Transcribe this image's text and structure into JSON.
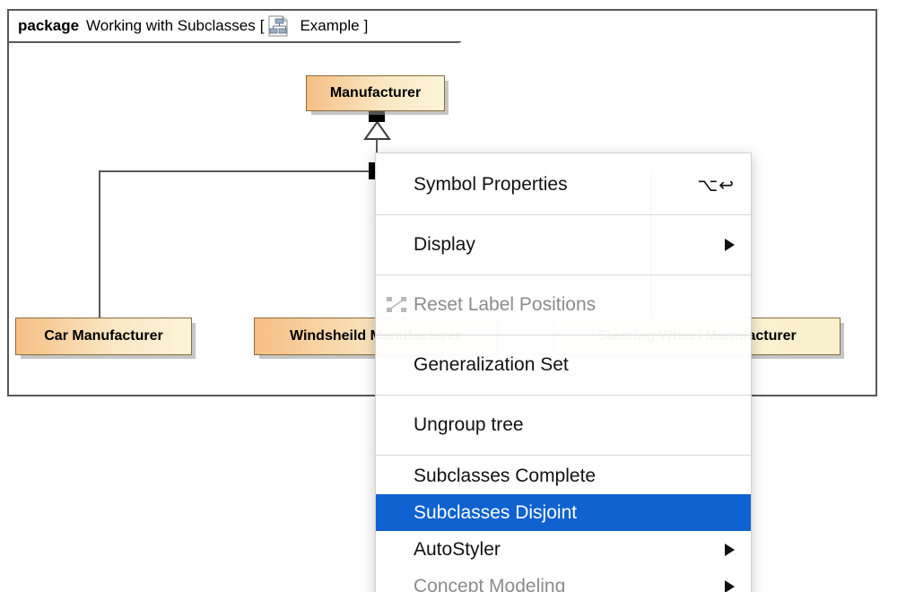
{
  "frame": {
    "keyword": "package",
    "name": "Working with Subclasses",
    "bracket_open": "[",
    "diagram_label": "Example",
    "bracket_close": "]",
    "icon": "class-diagram-icon"
  },
  "diagram": {
    "type": "uml-class-diagram",
    "superclass": {
      "name": "Manufacturer",
      "fill": "#f6bf84"
    },
    "subclasses": [
      {
        "name": "Car Manufacturer",
        "fill": "#f6bf84"
      },
      {
        "name": "Windsheild Manufacturer",
        "fill": "#f6bf84"
      },
      {
        "name": "Steering Wheel Manufacturer",
        "fill": "#fbf3d5"
      }
    ],
    "relationship": "generalization-set"
  },
  "context_menu": {
    "highlight_color": "#0f62d0",
    "items": [
      {
        "id": "symbol-properties",
        "label": "Symbol Properties",
        "shortcut": "⌥↩",
        "state": "normal",
        "submenu": false
      },
      {
        "id": "separator-1",
        "type": "separator"
      },
      {
        "id": "display",
        "label": "Display",
        "shortcut": "",
        "state": "normal",
        "submenu": true
      },
      {
        "id": "separator-2",
        "type": "separator"
      },
      {
        "id": "reset-label-positions",
        "label": "Reset Label Positions",
        "shortcut": "",
        "state": "disabled",
        "submenu": false,
        "icon": "reset-label-positions-icon"
      },
      {
        "id": "separator-3",
        "type": "separator"
      },
      {
        "id": "generalization-set",
        "label": "Generalization Set",
        "shortcut": "",
        "state": "normal",
        "submenu": false
      },
      {
        "id": "separator-4",
        "type": "separator"
      },
      {
        "id": "ungroup-tree",
        "label": "Ungroup tree",
        "shortcut": "",
        "state": "normal",
        "submenu": false
      },
      {
        "id": "separator-5",
        "type": "separator"
      },
      {
        "id": "subclasses-complete",
        "label": "Subclasses Complete",
        "shortcut": "",
        "state": "normal",
        "submenu": false
      },
      {
        "id": "subclasses-disjoint",
        "label": "Subclasses Disjoint",
        "shortcut": "",
        "state": "selected",
        "submenu": false
      },
      {
        "id": "autostyler",
        "label": "AutoStyler",
        "shortcut": "",
        "state": "normal",
        "submenu": true
      },
      {
        "id": "concept-modeling",
        "label": "Concept Modeling",
        "shortcut": "",
        "state": "disabled",
        "submenu": true
      }
    ]
  }
}
